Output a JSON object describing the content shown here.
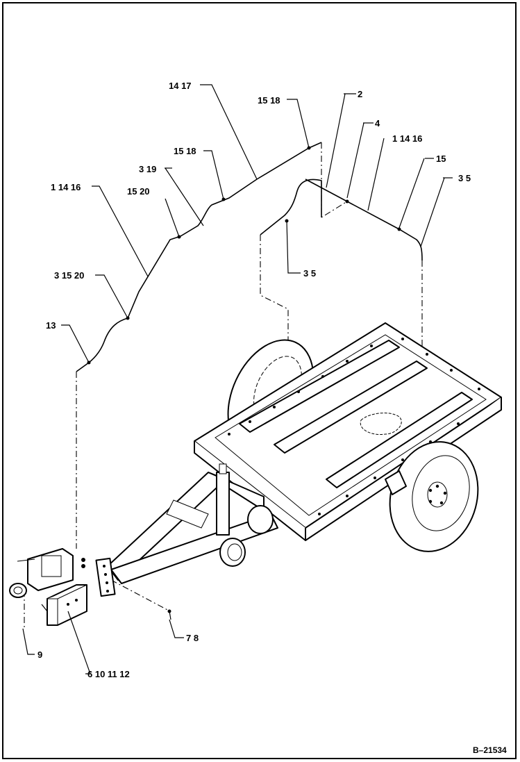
{
  "drawing": {
    "reference": "B–21534",
    "callouts": [
      {
        "id": "c1",
        "text": "14 17"
      },
      {
        "id": "c2",
        "text": "15 18"
      },
      {
        "id": "c3",
        "text": "2"
      },
      {
        "id": "c4",
        "text": "4"
      },
      {
        "id": "c5",
        "text": "1 14 16"
      },
      {
        "id": "c6",
        "text": "15 18"
      },
      {
        "id": "c7",
        "text": "15"
      },
      {
        "id": "c8",
        "text": "3 19"
      },
      {
        "id": "c9",
        "text": "3 5"
      },
      {
        "id": "c10",
        "text": "1 14 16"
      },
      {
        "id": "c11",
        "text": "15 20"
      },
      {
        "id": "c12",
        "text": "3 5"
      },
      {
        "id": "c13",
        "text": "3 15 20"
      },
      {
        "id": "c14",
        "text": "13"
      },
      {
        "id": "c15",
        "text": "7 8"
      },
      {
        "id": "c16",
        "text": "9"
      },
      {
        "id": "c17",
        "text": "6 10 11 12"
      }
    ]
  }
}
